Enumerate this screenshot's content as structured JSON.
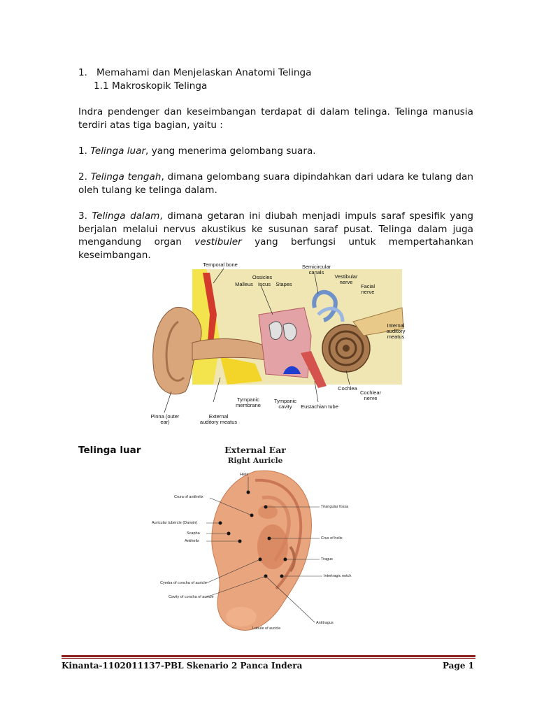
{
  "heading": {
    "number": "1.",
    "title": "Memahami dan Menjelaskan Anatomi Telinga",
    "sub": "1.1 Makroskopik Telinga"
  },
  "intro": "Indra pendenger dan keseimbangan terdapat di dalam telinga. Telinga manusia terdiri atas tiga bagian, yaitu :",
  "items": [
    {
      "num": "1. ",
      "term": "Telinga luar",
      "rest": ", yang menerima gelombang suara."
    },
    {
      "num": "2. ",
      "term": "Telinga tengah",
      "rest": ", dimana gelombang suara dipindahkan dari udara ke tulang dan oleh tulang ke telinga dalam."
    },
    {
      "num": "3. ",
      "term": "Telinga dalam",
      "rest": ", dimana getaran ini diubah menjadi impuls saraf spesifik yang berjalan melalui nervus akustikus ke susunan saraf pusat. Telinga dalam juga mengandung organ ",
      "term2": "vestibuler",
      "rest2": " yang berfungsi untuk mempertahankan keseimbangan."
    }
  ],
  "figure1": {
    "labels": {
      "temporal_bone": "Temporal bone",
      "ossicles": "Ossicles",
      "malleus": "Malleus",
      "incus": "Incus",
      "stapes": "Stapes",
      "semicircular": "Semicircular canals",
      "vestibular": "Vestibular nerve",
      "facial": "Facial nerve",
      "internal": "Internal auditory meatus",
      "cochlea": "Cochlea",
      "cochlear_nerve": "Cochlear nerve",
      "tympanic_membrane": "Tympanic membrane",
      "tympanic_cavity": "Tympanic cavity",
      "eustachian": "Eustachian tube",
      "pinna": "Pinna (outer ear)",
      "external_meatus": "External auditory meatus"
    }
  },
  "section_title": "Telinga luar",
  "figure2": {
    "title": "External Ear",
    "subtitle": "Right Auricle",
    "labels": {
      "helix": "Helix",
      "crura": "Crura of antihelix",
      "triangular": "Triangular fossa",
      "darwin": "Auricular tubercle (Darwin)",
      "scapha": "Scapha",
      "antihelix": "Antihelix",
      "crus": "Crus of helix",
      "tragus": "Tragus",
      "intertragic": "Intertragic notch",
      "cymba": "Cymba of concha of auricle",
      "cavity": "Cavity of concha of auricle",
      "antitragus": "Antitragus",
      "lobule": "Lobule of auricle"
    }
  },
  "footer": {
    "left": "Kinanta-1102011137-PBL Skenario 2 Panca Indera",
    "right": "Page 1"
  }
}
